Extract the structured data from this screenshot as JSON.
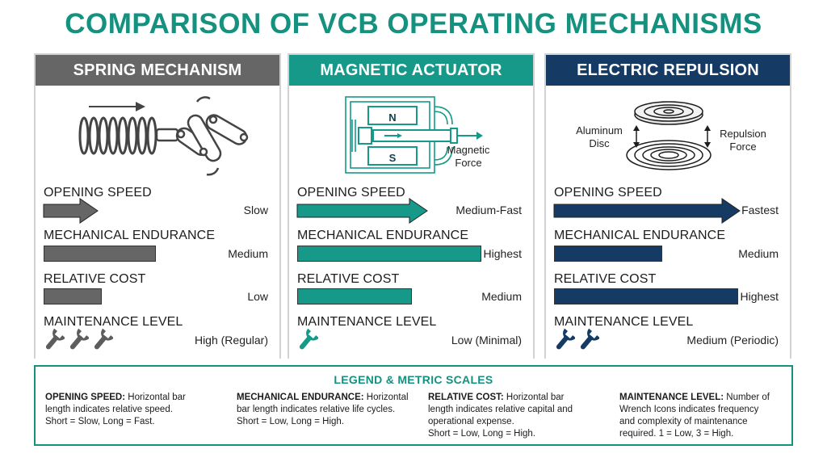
{
  "title": "COMPARISON OF VCB OPERATING MECHANISMS",
  "colors": {
    "accent": "#14917f",
    "spring": "#666666",
    "magnetic": "#17998a",
    "electric": "#153a63"
  },
  "panels": [
    {
      "id": "spring",
      "header": "SPRING MECHANISM",
      "labels": [],
      "metrics": {
        "opening_speed": {
          "label": "OPENING SPEED",
          "value": "Slow",
          "level": 0.25
        },
        "mechanical_endurance": {
          "label": "MECHANICAL ENDURANCE",
          "value": "Medium",
          "level": 0.52
        },
        "relative_cost": {
          "label": "RELATIVE COST",
          "value": "Low",
          "level": 0.27
        },
        "maintenance_level": {
          "label": "MAINTENANCE LEVEL",
          "value": "High (Regular)",
          "wrenches": 3
        }
      }
    },
    {
      "id": "magnetic",
      "header": "MAGNETIC ACTUATOR",
      "labels": [
        "N",
        "S",
        "Magnetic",
        "Force"
      ],
      "metrics": {
        "opening_speed": {
          "label": "OPENING SPEED",
          "value": "Medium-Fast",
          "level": 0.6
        },
        "mechanical_endurance": {
          "label": "MECHANICAL ENDURANCE",
          "value": "Highest",
          "level": 0.85
        },
        "relative_cost": {
          "label": "RELATIVE COST",
          "value": "Medium",
          "level": 0.53
        },
        "maintenance_level": {
          "label": "MAINTENANCE LEVEL",
          "value": "Low (Minimal)",
          "wrenches": 1
        }
      }
    },
    {
      "id": "electric",
      "header": "ELECTRIC REPULSION",
      "labels": [
        "Aluminum",
        "Disc",
        "Repulsion",
        "Force"
      ],
      "metrics": {
        "opening_speed": {
          "label": "OPENING SPEED",
          "value": "Fastest",
          "level": 0.86
        },
        "mechanical_endurance": {
          "label": "MECHANICAL ENDURANCE",
          "value": "Medium",
          "level": 0.5
        },
        "relative_cost": {
          "label": "RELATIVE COST",
          "value": "Highest",
          "level": 0.85
        },
        "maintenance_level": {
          "label": "MAINTENANCE LEVEL",
          "value": "Medium (Periodic)",
          "wrenches": 2
        }
      }
    }
  ],
  "legend": {
    "title": "LEGEND & METRIC SCALES",
    "items": [
      {
        "term": "OPENING SPEED:",
        "lines": [
          "Horizontal bar",
          "length indicates relative speed.",
          "Short = Slow, Long = Fast."
        ]
      },
      {
        "term": "MECHANICAL ENDURANCE:",
        "lines": [
          "Horizontal",
          "bar length indicates relative life cycles.",
          "Short = Low, Long = High."
        ]
      },
      {
        "term": "RELATIVE COST:",
        "lines": [
          "Horizontal bar",
          "length indicates relative capital and",
          "operational expense.",
          "Short = Low, Long = High."
        ]
      },
      {
        "term": "MAINTENANCE LEVEL:",
        "lines": [
          "Number of",
          "Wrench Icons indicates frequency",
          "and complexity of maintenance",
          "required. 1 = Low, 3 = High."
        ]
      }
    ]
  }
}
